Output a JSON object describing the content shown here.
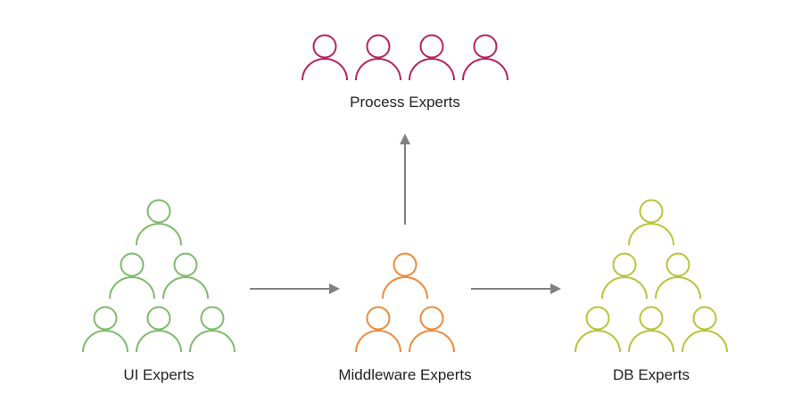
{
  "groups": {
    "process": {
      "label": "Process Experts",
      "color": "#b5235f",
      "icon": "person-icon",
      "count": 4
    },
    "ui": {
      "label": "UI Experts",
      "color": "#7dbb6c",
      "icon": "person-icon",
      "count": 6
    },
    "middleware": {
      "label": "Middleware Experts",
      "color": "#ef8a3a",
      "icon": "person-icon",
      "count": 3
    },
    "db": {
      "label": "DB Experts",
      "color": "#b8c43a",
      "icon": "person-icon",
      "count": 6
    }
  },
  "arrows": [
    {
      "from": "ui",
      "to": "middleware",
      "icon": "arrow-right-icon"
    },
    {
      "from": "middleware",
      "to": "db",
      "icon": "arrow-right-icon"
    },
    {
      "from": "middleware",
      "to": "process",
      "icon": "arrow-up-icon"
    }
  ]
}
